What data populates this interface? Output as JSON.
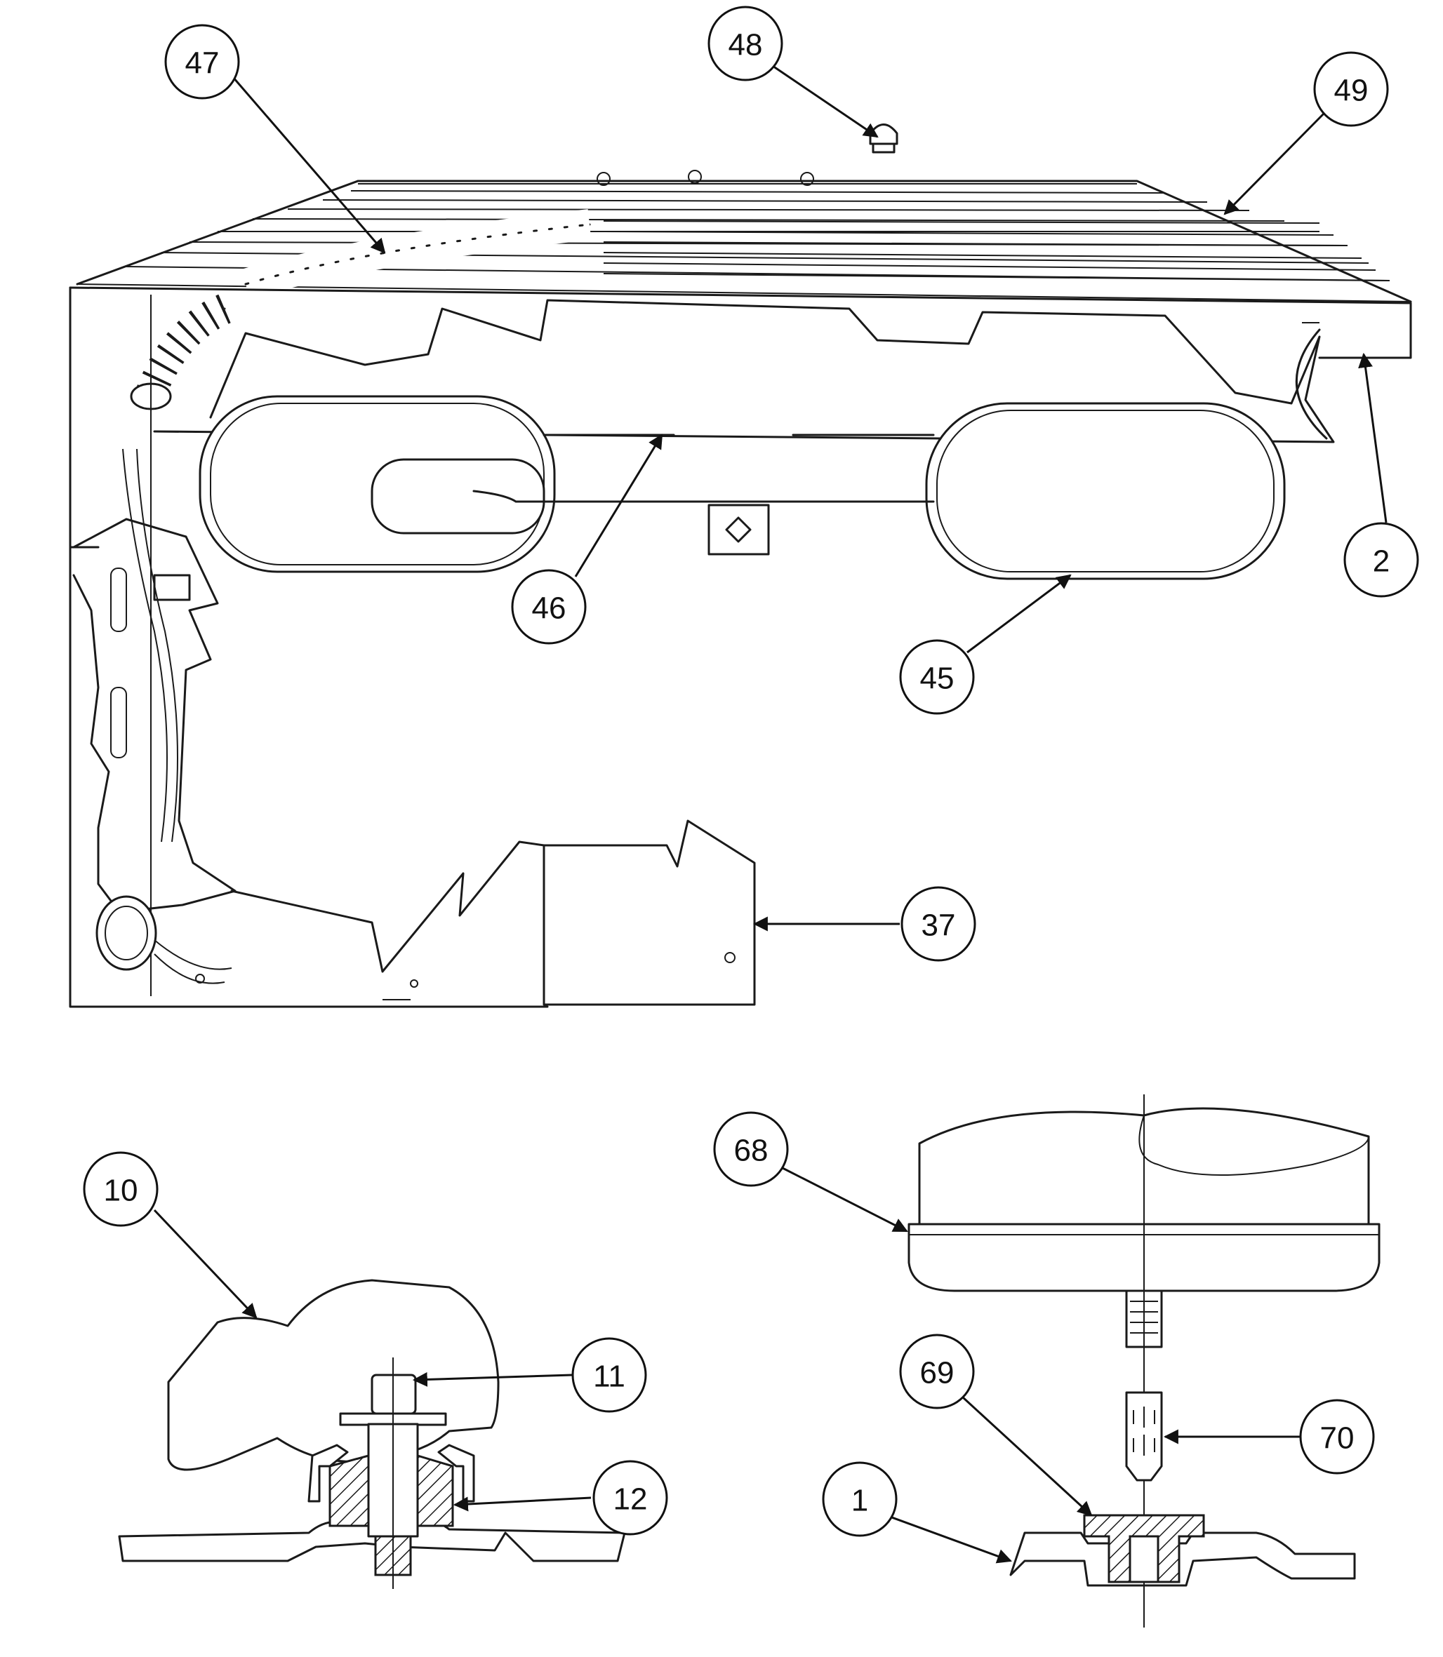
{
  "callouts": [
    {
      "id": "c47",
      "label": "47"
    },
    {
      "id": "c48",
      "label": "48"
    },
    {
      "id": "c49",
      "label": "49"
    },
    {
      "id": "c2",
      "label": "2"
    },
    {
      "id": "c46",
      "label": "46"
    },
    {
      "id": "c45",
      "label": "45"
    },
    {
      "id": "c37",
      "label": "37"
    },
    {
      "id": "c10",
      "label": "10"
    },
    {
      "id": "c11",
      "label": "11"
    },
    {
      "id": "c12",
      "label": "12"
    },
    {
      "id": "c68",
      "label": "68"
    },
    {
      "id": "c69",
      "label": "69"
    },
    {
      "id": "c70",
      "label": "70"
    },
    {
      "id": "c1",
      "label": "1"
    }
  ]
}
